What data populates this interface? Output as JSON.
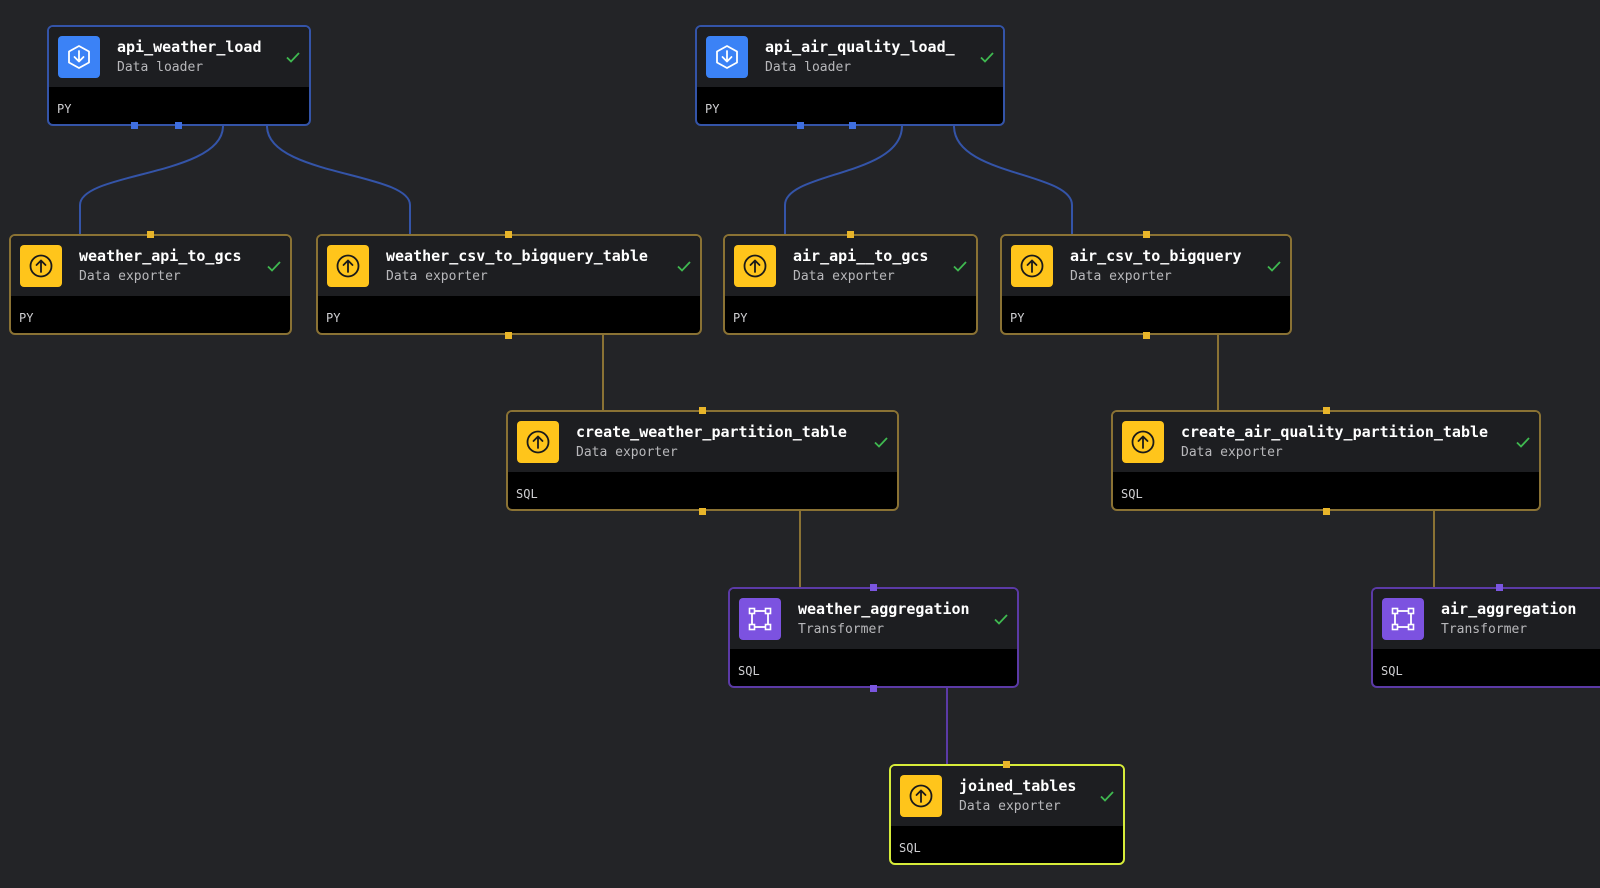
{
  "nodes": {
    "api_weather_load": {
      "name": "api_weather_load",
      "type": "Data loader",
      "lang": "PY"
    },
    "api_air_quality_load": {
      "name": "api_air_quality_load_",
      "type": "Data loader",
      "lang": "PY"
    },
    "weather_api_to_gcs": {
      "name": "weather_api_to_gcs",
      "type": "Data exporter",
      "lang": "PY"
    },
    "weather_csv_to_bigquery_table": {
      "name": "weather_csv_to_bigquery_table",
      "type": "Data exporter",
      "lang": "PY"
    },
    "air_api_to_gcs": {
      "name": "air_api__to_gcs",
      "type": "Data exporter",
      "lang": "PY"
    },
    "air_csv_to_bigquery": {
      "name": "air_csv_to_bigquery",
      "type": "Data exporter",
      "lang": "PY"
    },
    "create_weather_partition_table": {
      "name": "create_weather_partition_table",
      "type": "Data exporter",
      "lang": "SQL"
    },
    "create_air_quality_partition_table": {
      "name": "create_air_quality_partition_table",
      "type": "Data exporter",
      "lang": "SQL"
    },
    "weather_aggregation": {
      "name": "weather_aggregation",
      "type": "Transformer",
      "lang": "SQL"
    },
    "air_aggregation": {
      "name": "air_aggregation",
      "type": "Transformer",
      "lang": "SQL"
    },
    "joined_tables": {
      "name": "joined_tables",
      "type": "Data exporter",
      "lang": "SQL"
    }
  },
  "colors": {
    "background": "#232427",
    "exporter": "#ffc51b",
    "loader": "#3b82f6",
    "transformer": "#7c52e0",
    "exporter_border": "#8a7234",
    "loader_border": "#3454a8",
    "transformer_border": "#5b3aa6",
    "selected_border": "#d7ec3a",
    "success_check": "#3fb950"
  },
  "icons": {
    "loader": "download-icon",
    "exporter": "upload-icon",
    "transformer": "transform-icon",
    "status": "check-icon"
  }
}
